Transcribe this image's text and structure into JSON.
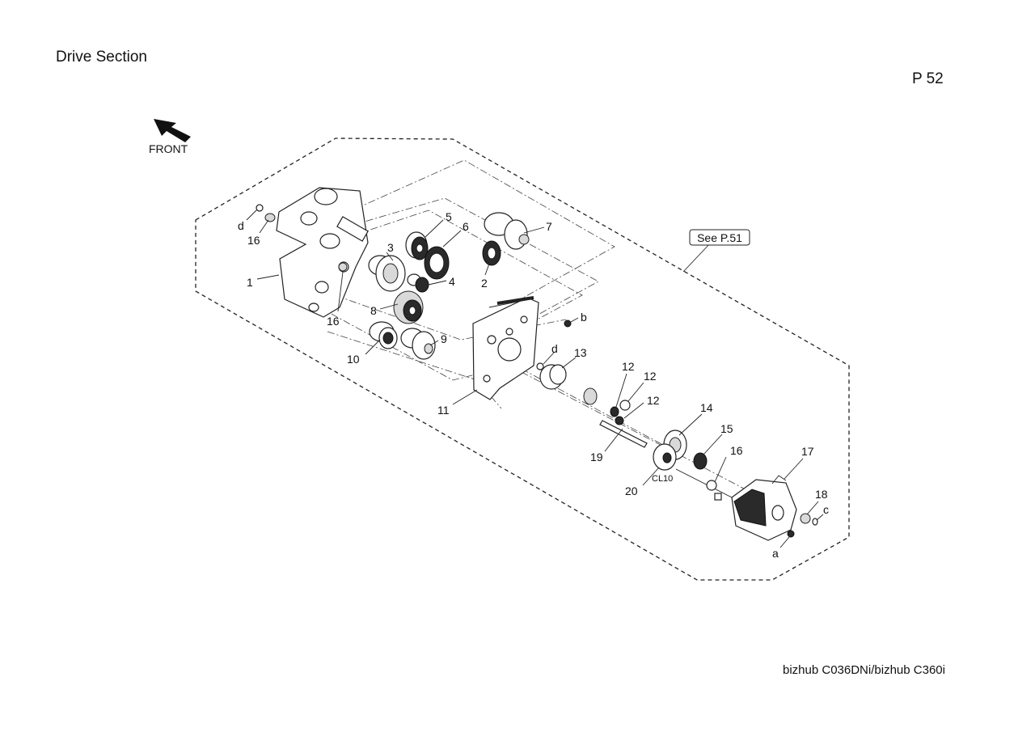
{
  "page": {
    "title": "Drive Section",
    "page_number": "P 52",
    "model": "bizhub C036DNi/bizhub C360i"
  },
  "orientation": {
    "label": "FRONT",
    "icon": "front-arrow-icon"
  },
  "reference": {
    "label": "See P.51"
  },
  "callouts": {
    "p1": "1",
    "p2": "2",
    "p3": "3",
    "p4": "4",
    "p5": "5",
    "p6": "6",
    "p7": "7",
    "p8": "8",
    "p9": "9",
    "p10": "10",
    "p11": "11",
    "p12a": "12",
    "p12b": "12",
    "p12c": "12",
    "p13": "13",
    "p14": "14",
    "p15": "15",
    "p16a": "16",
    "p16b": "16",
    "p16c": "16",
    "p17": "17",
    "p18": "18",
    "p19": "19",
    "p20": "20",
    "a": "a",
    "b": "b",
    "c": "c",
    "d1": "d",
    "d2": "d",
    "cl10": "CL10"
  }
}
